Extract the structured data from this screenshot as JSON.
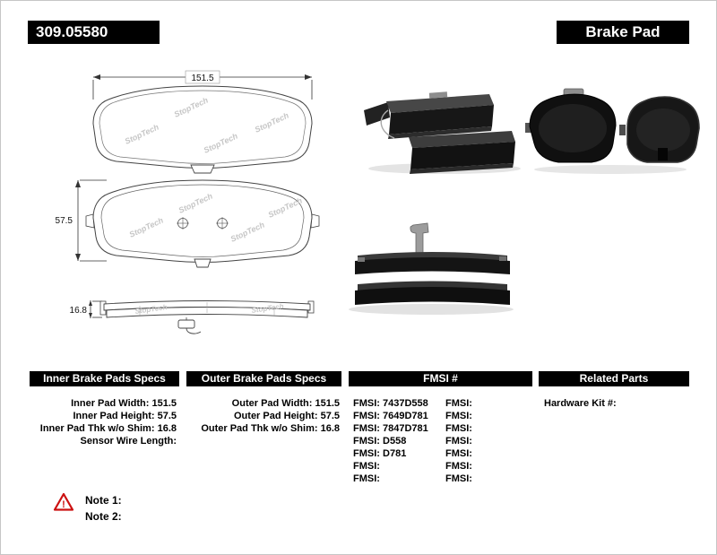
{
  "colors": {
    "header_bg": "#000000",
    "header_text": "#ffffff",
    "warning_red": "#cc1111",
    "drawing_line": "#444444"
  },
  "icons": {
    "warning_triangle": "red outlined triangle with exclamation mark"
  },
  "header": {
    "part_number": "309.05580",
    "product_name": "Brake Pad"
  },
  "diagram": {
    "watermark": "StopTech",
    "width_dim": "151.5",
    "height_dim": "57.5",
    "thickness_dim": "16.8"
  },
  "tables": {
    "inner": {
      "header": "Inner Brake Pads Specs",
      "rows": [
        {
          "label": "Inner Pad Width:",
          "value": "151.5"
        },
        {
          "label": "Inner Pad Height:",
          "value": "57.5"
        },
        {
          "label": "Inner Pad Thk w/o Shim:",
          "value": "16.8"
        },
        {
          "label": "Sensor Wire Length:",
          "value": ""
        }
      ]
    },
    "outer": {
      "header": "Outer Brake Pads Specs",
      "rows": [
        {
          "label": "Outer Pad Width:",
          "value": "151.5"
        },
        {
          "label": "Outer Pad Height:",
          "value": "57.5"
        },
        {
          "label": "Outer Pad Thk w/o Shim:",
          "value": "16.8"
        }
      ]
    },
    "fmsi": {
      "header": "FMSI #",
      "left_rows": [
        {
          "label": "FMSI:",
          "value": "7437D558"
        },
        {
          "label": "FMSI:",
          "value": "7649D781"
        },
        {
          "label": "FMSI:",
          "value": "7847D781"
        },
        {
          "label": "FMSI:",
          "value": "D558"
        },
        {
          "label": "FMSI:",
          "value": "D781"
        },
        {
          "label": "FMSI:",
          "value": ""
        },
        {
          "label": "FMSI:",
          "value": ""
        }
      ],
      "right_rows": [
        {
          "label": "FMSI:",
          "value": ""
        },
        {
          "label": "FMSI:",
          "value": ""
        },
        {
          "label": "FMSI:",
          "value": ""
        },
        {
          "label": "FMSI:",
          "value": ""
        },
        {
          "label": "FMSI:",
          "value": ""
        },
        {
          "label": "FMSI:",
          "value": ""
        },
        {
          "label": "FMSI:",
          "value": ""
        }
      ]
    },
    "related": {
      "header": "Related Parts",
      "rows": [
        {
          "label": "Hardware Kit #:",
          "value": ""
        }
      ]
    }
  },
  "notes": [
    {
      "label": "Note 1:"
    },
    {
      "label": "Note 2:"
    }
  ]
}
